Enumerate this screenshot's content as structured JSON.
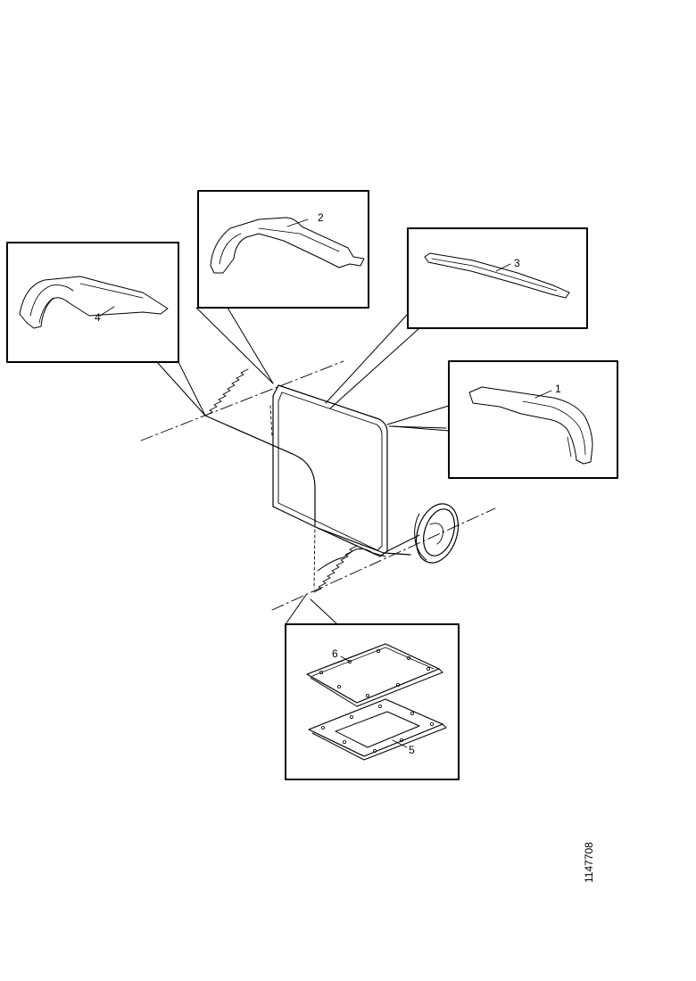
{
  "callouts": {
    "c1": "1",
    "c2": "2",
    "c3": "3",
    "c4": "4",
    "c5": "5",
    "c6": "6"
  },
  "figure_ref": "1147708"
}
